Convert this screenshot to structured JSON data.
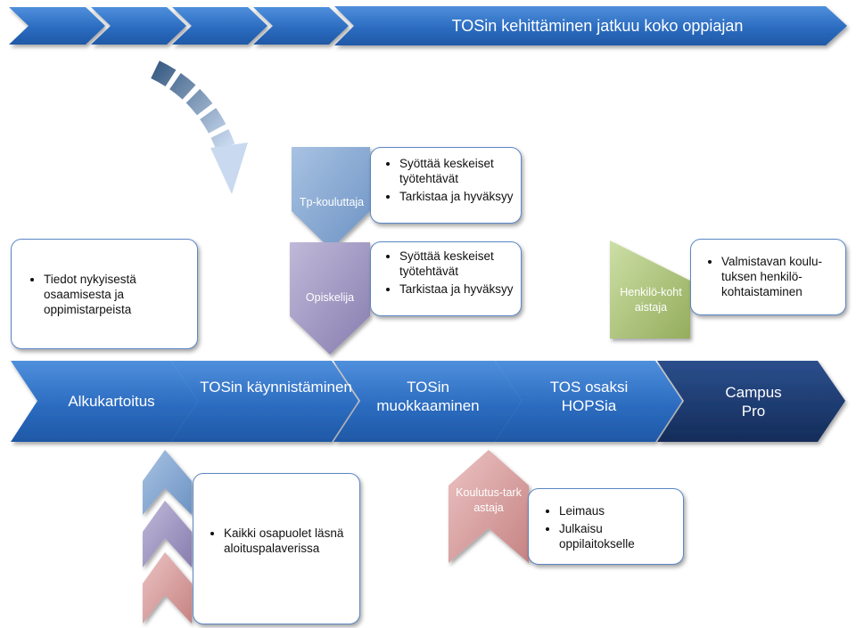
{
  "top_banner": {
    "text": "TOSin kehittäminen jatkuu koko oppiajan"
  },
  "main_flow": [
    {
      "label": "Alkukartoitus"
    },
    {
      "label": "TOSin käynnistäminen"
    },
    {
      "label": "TOSin muokkaaminen"
    },
    {
      "label": "TOS osaksi HOPSia"
    },
    {
      "label": "Campus Pro"
    }
  ],
  "roles": {
    "tp_kouluttaja": {
      "label": "Tp-kouluttaja",
      "bullets": [
        "Syöttää keskeiset työtehtävät",
        "Tarkistaa ja hyväksyy"
      ]
    },
    "opiskelija": {
      "label": "Opiskelija",
      "bullets": [
        "Syöttää keskeiset työtehtävät",
        "Tarkistaa ja hyväksyy"
      ]
    },
    "henkilokohtaistaja": {
      "label": "Henkilö-kohtaistaja",
      "bullets": [
        "Valmistavan koulu-tuksen henkilö-kohtaistaminen"
      ]
    },
    "koulutustarkastaja": {
      "label": "Koulutus-tarkastaja",
      "bullets": [
        "Leimaus",
        "Julkaisu oppilaitokselle"
      ]
    }
  },
  "alkukartoitus_box": {
    "bullets": [
      "Tiedot nykyisestä osaamisesta ja oppimistarpeista"
    ]
  },
  "kaynnistys_box": {
    "bullets": [
      "Kaikki osapuolet läsnä aloituspalaverissa"
    ]
  },
  "colors": {
    "flow_blue": "#2e6fc0",
    "flow_dark": "#1b3a70",
    "role_blue": "#7ea1cc",
    "role_purple": "#9b91ba",
    "role_green": "#a9c072",
    "role_pink": "#d59999"
  }
}
